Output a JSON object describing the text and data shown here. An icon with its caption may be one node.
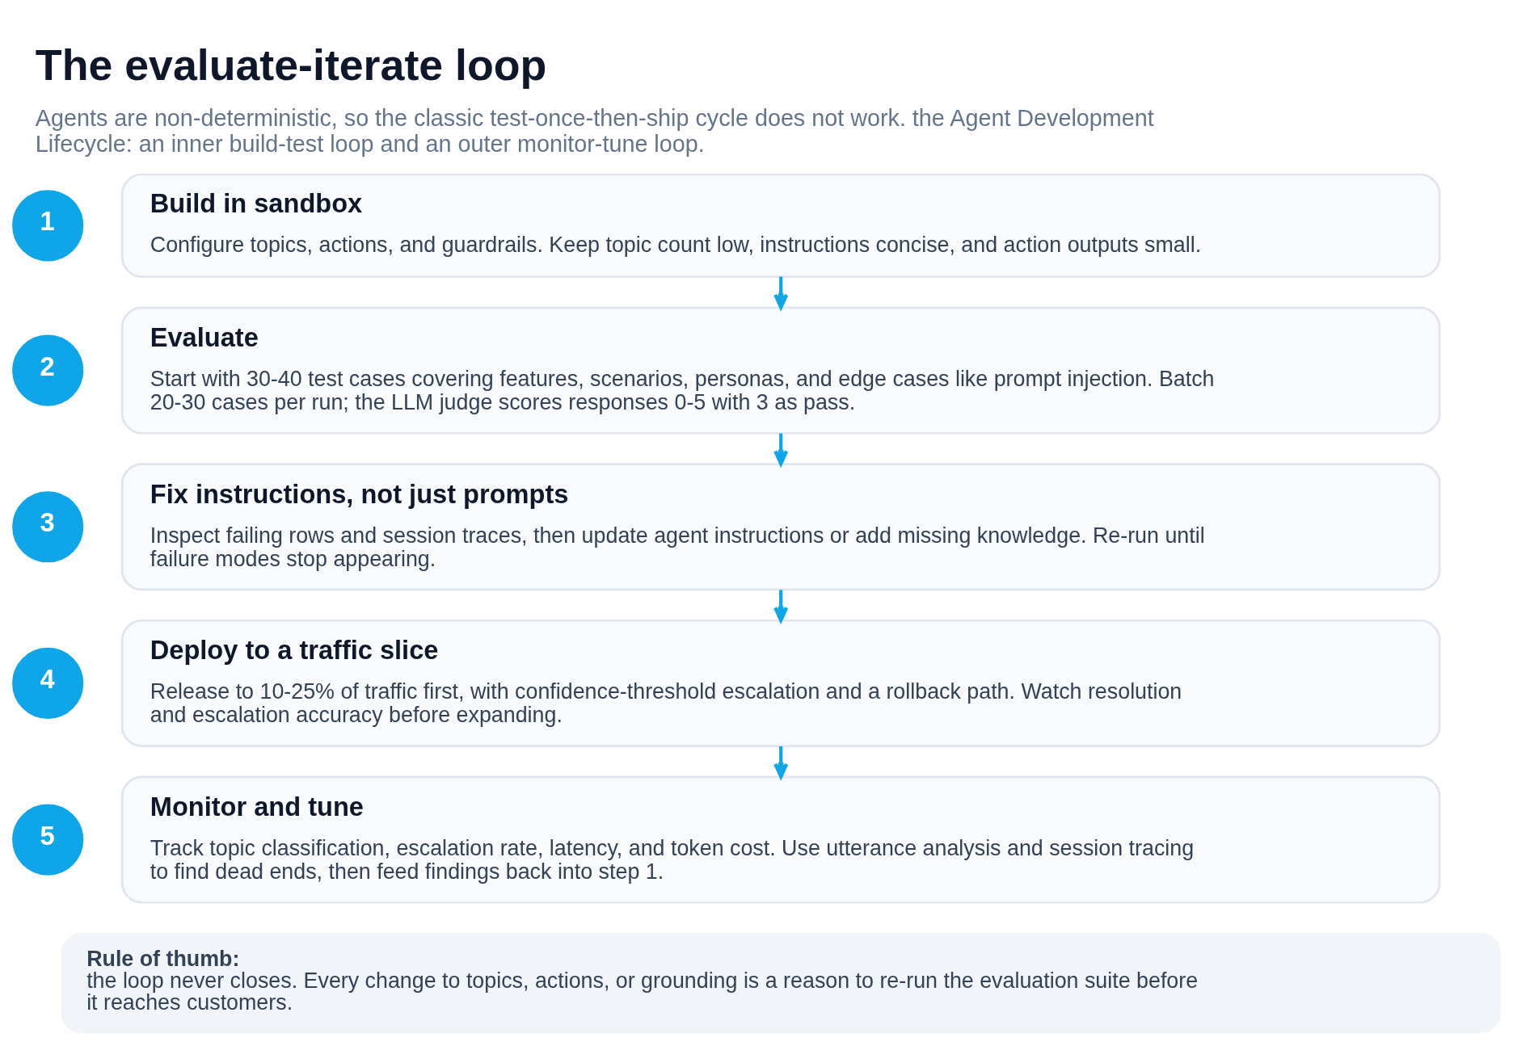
{
  "diagram": {
    "title": "The evaluate-iterate loop",
    "caption": "Agents are non-deterministic, so the classic test-once-then-ship cycle does not work. the Agent Development Lifecycle: an inner build-test loop and an outer monitor-tune loop.",
    "nodes": [
      {
        "text": [
          "1"
        ]
      },
      {
        "text": [
          "Build in sandbox",
          "Configure topics, actions, and guardrails. Keep topic count low, instructions concise, and action outputs small."
        ]
      },
      {
        "text": [
          "2"
        ]
      },
      {
        "text": [
          "Evaluate",
          "Start with 30-40 test cases covering features, scenarios, personas, and edge cases like prompt injection. Batch 20-30 cases per run; the LLM judge scores responses 0-5 with 3 as pass."
        ]
      },
      {
        "text": [
          "3"
        ]
      },
      {
        "text": [
          "Fix instructions, not just prompts",
          "Inspect failing rows and session traces, then update agent instructions or add missing knowledge. Re-run until failure modes stop appearing."
        ]
      },
      {
        "text": [
          "4"
        ]
      },
      {
        "text": [
          "Deploy to a traffic slice",
          "Release to 10-25% of traffic first, with confidence-threshold escalation and a rollback path. Watch resolution and escalation accuracy before expanding."
        ]
      },
      {
        "text": [
          "5"
        ]
      },
      {
        "text": [
          "Monitor and tune",
          "Track topic classification, escalation rate, latency, and token cost. Use utterance analysis and session tracing to find dead ends, then feed findings back into step 1."
        ]
      },
      {
        "text": [
          "**Rule of thumb:** the loop never closes. Every change to topics, actions, or grounding is a reason to re-run the evaluation suite before it reaches customers."
        ]
      }
    ],
    "edges": [
      {
        "from": 1,
        "to": 3,
        "arrow": "to"
      },
      {
        "from": 3,
        "to": 5,
        "arrow": "to"
      },
      {
        "from": 5,
        "to": 7,
        "arrow": "to"
      },
      {
        "from": 7,
        "to": 9,
        "arrow": "to"
      }
    ]
  }
}
